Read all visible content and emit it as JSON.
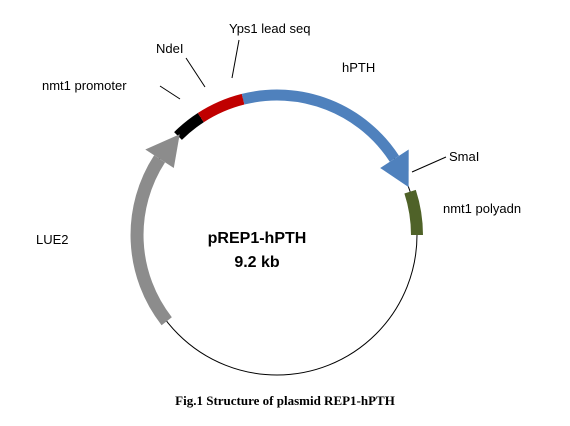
{
  "plasmid": {
    "name": "pREP1-hPTH",
    "size": "9.2 kb"
  },
  "features": {
    "ndei": "NdeI",
    "yps1": "Yps1 lead seq",
    "hpth": "hPTH",
    "smai": "SmaI",
    "nmt1_polyadn": "nmt1 polyadn",
    "nmt1_promoter": "nmt1 promoter",
    "lue2": "LUE2"
  },
  "caption": "Fig.1 Structure of plasmid REP1-hPTH",
  "colors": {
    "promoter": "#000000",
    "yps1": "#c00000",
    "hpth": "#4f81bd",
    "polyadn": "#4f6228",
    "lue2": "#8c8c8c"
  }
}
